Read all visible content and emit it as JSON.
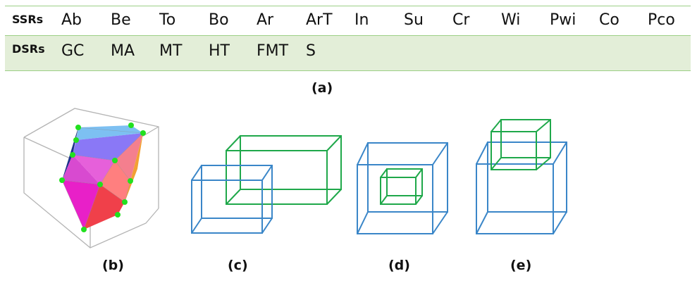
{
  "table": {
    "ssr_label": "SSRs",
    "dsr_label": "DSRs",
    "ssrs": [
      "Ab",
      "Be",
      "To",
      "Bo",
      "Ar",
      "ArT",
      "In",
      "Su",
      "Cr",
      "Wi",
      "Pwi",
      "Co",
      "Pco"
    ],
    "dsrs": [
      "GC",
      "MA",
      "MT",
      "HT",
      "FMT",
      "S"
    ]
  },
  "captions": {
    "a": "(a)",
    "b": "(b)",
    "c": "(c)",
    "d": "(d)",
    "e": "(e)"
  },
  "colors": {
    "blue_box": "#3a86c8",
    "green_box": "#1fa84a",
    "table_rule": "#9ccf86",
    "row_fill": "#e3eed8",
    "vertex": "#22e01f"
  }
}
